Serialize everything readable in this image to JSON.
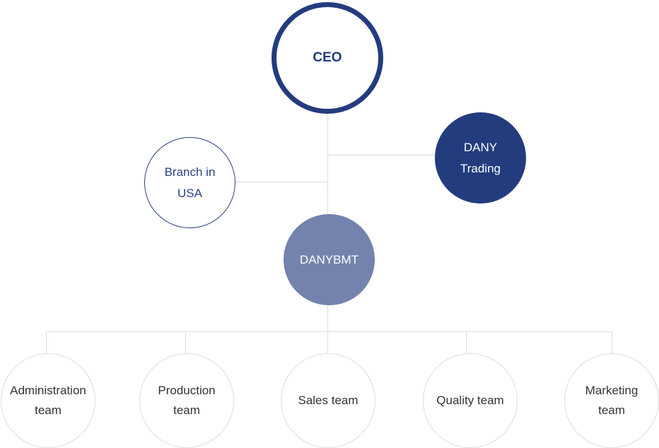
{
  "chart": {
    "ceo": "CEO",
    "branch": "Branch in\nUSA",
    "trading": "DANY\nTrading",
    "danybmt": "DANYBMT",
    "teams": [
      "Administration\nteam",
      "Production\nteam",
      "Sales team",
      "Quality team",
      "Marketing\nteam"
    ]
  },
  "colors": {
    "primary": "#233c7e",
    "secondary": "#7383ad",
    "line": "#dddddd",
    "team_text": "#333333"
  }
}
